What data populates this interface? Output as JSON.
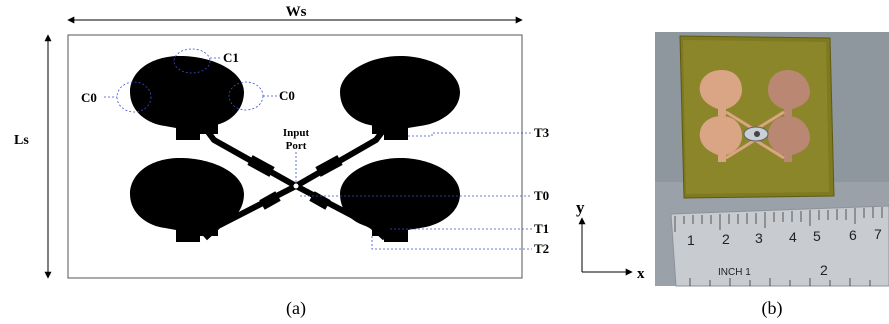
{
  "panel_a": {
    "caption": "(a)",
    "dimensions": {
      "width": "Ws",
      "length": "Ls"
    },
    "labels": {
      "c1": "C1",
      "c0_left": "C0",
      "c0_right": "C0",
      "input_port_line1": "Input",
      "input_port_line2": "Port",
      "t3": "T3",
      "t0": "T0",
      "t1": "T1",
      "t2": "T2"
    },
    "axes": {
      "y": "y",
      "x": "x"
    },
    "colors": {
      "metal": "#000000",
      "annotation": "#3b4fd1"
    }
  },
  "panel_b": {
    "caption": "(b)",
    "ruler_numbers": [
      "1",
      "2",
      "3",
      "4",
      "5",
      "6",
      "7"
    ],
    "ruler_text": "INCH 1",
    "ruler_number_lower": "2",
    "colors": {
      "substrate": "#7f7a1f",
      "copper": "#d7a07f",
      "ruler": "#c8ccd0"
    }
  }
}
